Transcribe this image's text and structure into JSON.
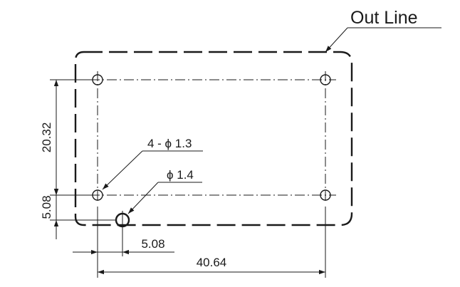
{
  "labels": {
    "outline": "Out Line",
    "holes_4x": "4 - ϕ 1.3",
    "hole_single": "ϕ 1.4",
    "dim_vertical_main": "20.32",
    "dim_vertical_small": "5.08",
    "dim_horizontal_small": "5.08",
    "dim_horizontal_main": "40.64"
  }
}
